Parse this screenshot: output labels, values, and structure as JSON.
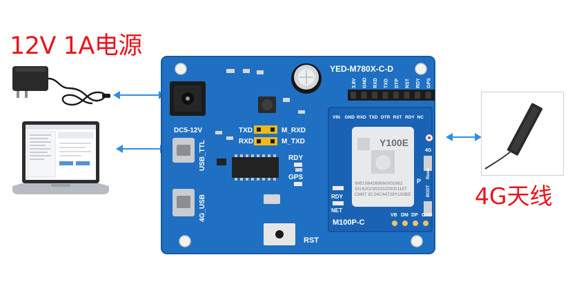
{
  "labels": {
    "power": "12V 1A电源",
    "antenna": "4G天线"
  },
  "board": {
    "model": "YED-M780X-C-D",
    "dc_input": "DC5-12V",
    "usb_ttl": "USB_TTL",
    "usb_4g": "4G_USB",
    "txd": "TXD",
    "rxd": "RXD",
    "m_rxd": "M_RXD",
    "m_txd": "M_TXD",
    "rdy": "RDY",
    "gps": "GPS",
    "rst": "RST",
    "header_pins": [
      "3.8V",
      "GND",
      "RXD",
      "TXD",
      "DTP",
      "RST",
      "RDY",
      "GPS"
    ],
    "module_pins": [
      "VIN",
      "GND",
      "RXD",
      "TXD",
      "DTR",
      "RST",
      "RDY",
      "NC"
    ],
    "module_name": "M100P-C",
    "chip_name": "Y100E",
    "chip_lines": [
      "IMEI:864269060001662",
      "SN:620230220200001167",
      "CMIIT ID:24C44729Y100BE"
    ],
    "module_rdy": "RDY",
    "module_net": "NET",
    "bottom_pins": [
      "VB",
      "DM",
      "DP",
      "GND"
    ],
    "side_4g": "4G",
    "side_reset": "Reset",
    "side_boot": "BOOT",
    "side_p": "P"
  }
}
